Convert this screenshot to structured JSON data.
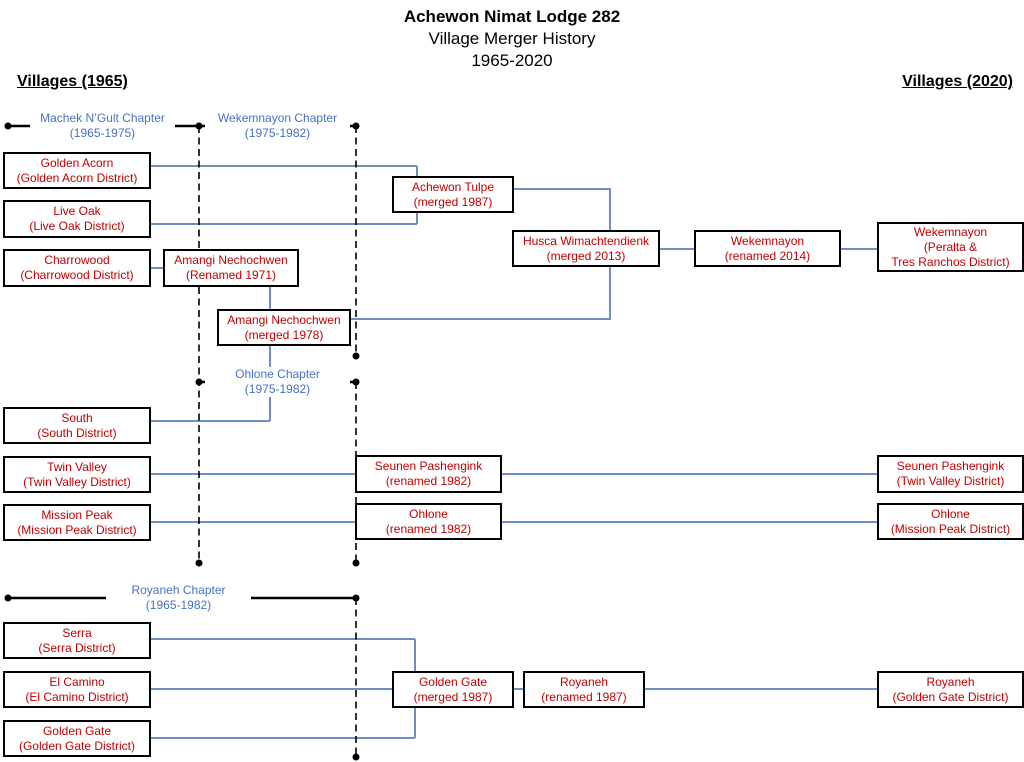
{
  "title": {
    "line1": "Achewon Nimat Lodge 282",
    "line2": "Village Merger History",
    "line3": "1965-2020"
  },
  "headings": {
    "left": "Villages (1965)",
    "right": "Villages (2020)"
  },
  "chapters": {
    "machek": {
      "name": "Machek N’Gult Chapter",
      "years": "(1965-1975)"
    },
    "wekemnayon": {
      "name": "Wekemnayon Chapter",
      "years": "(1975-1982)"
    },
    "ohlone": {
      "name": "Ohlone Chapter",
      "years": "(1975-1982)"
    },
    "royaneh": {
      "name": "Royaneh Chapter",
      "years": "(1965-1982)"
    }
  },
  "villages_1965": {
    "golden_acorn": {
      "name": "Golden Acorn",
      "detail": "(Golden Acorn District)"
    },
    "live_oak": {
      "name": "Live Oak",
      "detail": "(Live Oak District)"
    },
    "charrowood": {
      "name": "Charrowood",
      "detail": "(Charrowood District)"
    },
    "south": {
      "name": "South",
      "detail": "(South District)"
    },
    "twin_valley": {
      "name": "Twin Valley",
      "detail": "(Twin Valley District)"
    },
    "mission_peak": {
      "name": "Mission Peak",
      "detail": "(Mission Peak District)"
    },
    "serra": {
      "name": "Serra",
      "detail": "(Serra District)"
    },
    "el_camino": {
      "name": "El Camino",
      "detail": "(El Camino District)"
    },
    "golden_gate": {
      "name": "Golden Gate",
      "detail": "(Golden Gate District)"
    }
  },
  "intermediate": {
    "amangi_renamed": {
      "name": "Amangi Nechochwen",
      "detail": "(Renamed 1971)"
    },
    "amangi_merged": {
      "name": "Amangi Nechochwen",
      "detail": "(merged 1978)"
    },
    "achewon_tulpe": {
      "name": "Achewon Tulpe",
      "detail": "(merged 1987)"
    },
    "husca": {
      "name": "Husca Wimachtendienk",
      "detail": "(merged 2013)"
    },
    "wekemnayon_renamed": {
      "name": "Wekemnayon",
      "detail": "(renamed 2014)"
    },
    "seunen_renamed": {
      "name": "Seunen Pashengink",
      "detail": "(renamed  1982)"
    },
    "ohlone_renamed": {
      "name": "Ohlone",
      "detail": "(renamed 1982)"
    },
    "golden_gate_merged": {
      "name": "Golden Gate",
      "detail": "(merged 1987)"
    },
    "royaneh_renamed": {
      "name": "Royaneh",
      "detail": "(renamed 1987)"
    }
  },
  "villages_2020": {
    "wekemnayon": {
      "name": "Wekemnayon",
      "detail": "(Peralta &",
      "detail2": "Tres Ranchos District)"
    },
    "seunen": {
      "name": "Seunen Pashengink",
      "detail": "(Twin Valley District)"
    },
    "ohlone": {
      "name": "Ohlone",
      "detail": "(Mission Peak District)"
    },
    "royaneh": {
      "name": "Royaneh",
      "detail": "(Golden Gate District)"
    }
  },
  "colors": {
    "red_text": "#C00000",
    "blue_text": "#4472C4",
    "blue_line": "#6E8FC3",
    "line_black": "#000000"
  }
}
